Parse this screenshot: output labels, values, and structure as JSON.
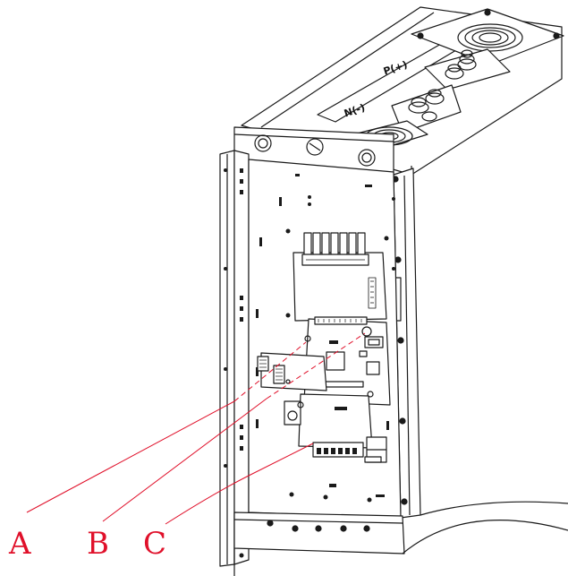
{
  "diagram": {
    "panel_labels": {
      "positive": "P(+)",
      "negative": "N(-)"
    },
    "callouts": [
      {
        "id": "A",
        "label": "A"
      },
      {
        "id": "B",
        "label": "B"
      },
      {
        "id": "C",
        "label": "C"
      }
    ],
    "colors": {
      "line": "#1a1a1a",
      "callout": "#e0102a",
      "background": "#ffffff"
    }
  }
}
